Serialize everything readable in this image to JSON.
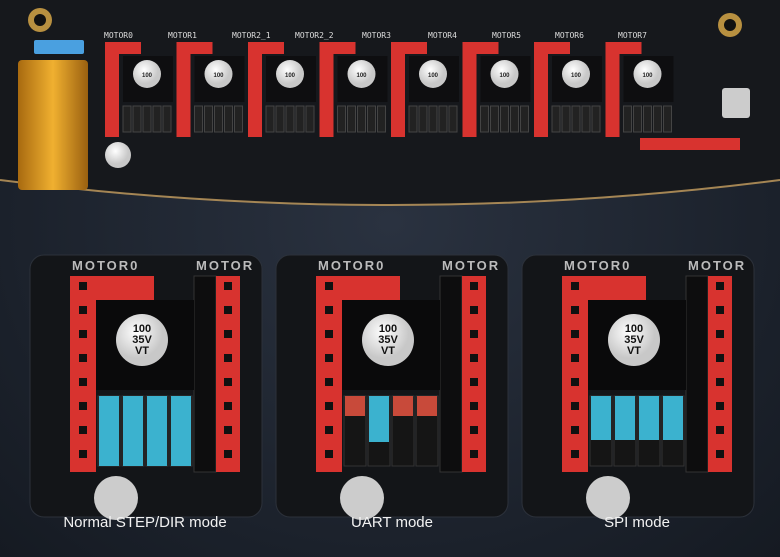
{
  "board": {
    "motor_labels": [
      "MOTOR0",
      "MOTOR1",
      "MOTOR2_1",
      "MOTOR2_2",
      "MOTOR3",
      "MOTOR4",
      "MOTOR5",
      "MOTOR6",
      "MOTOR7"
    ],
    "capacitor_text": [
      "100",
      "35V",
      "VT"
    ]
  },
  "panels": [
    {
      "label": "MOTOR0",
      "side_label": "MOTOR",
      "caption": "Normal STEP/DIR mode",
      "jumpers": "full"
    },
    {
      "label": "MOTOR0",
      "side_label": "MOTOR",
      "caption": "UART mode",
      "jumpers": "uart"
    },
    {
      "label": "MOTOR0",
      "side_label": "MOTOR",
      "caption": "SPI mode",
      "jumpers": "spi"
    }
  ],
  "colors": {
    "header_red": "#d8332f",
    "jumper_blue": "#3bb2cf",
    "glow": "#c8a060",
    "terminal": "#e0a020"
  }
}
